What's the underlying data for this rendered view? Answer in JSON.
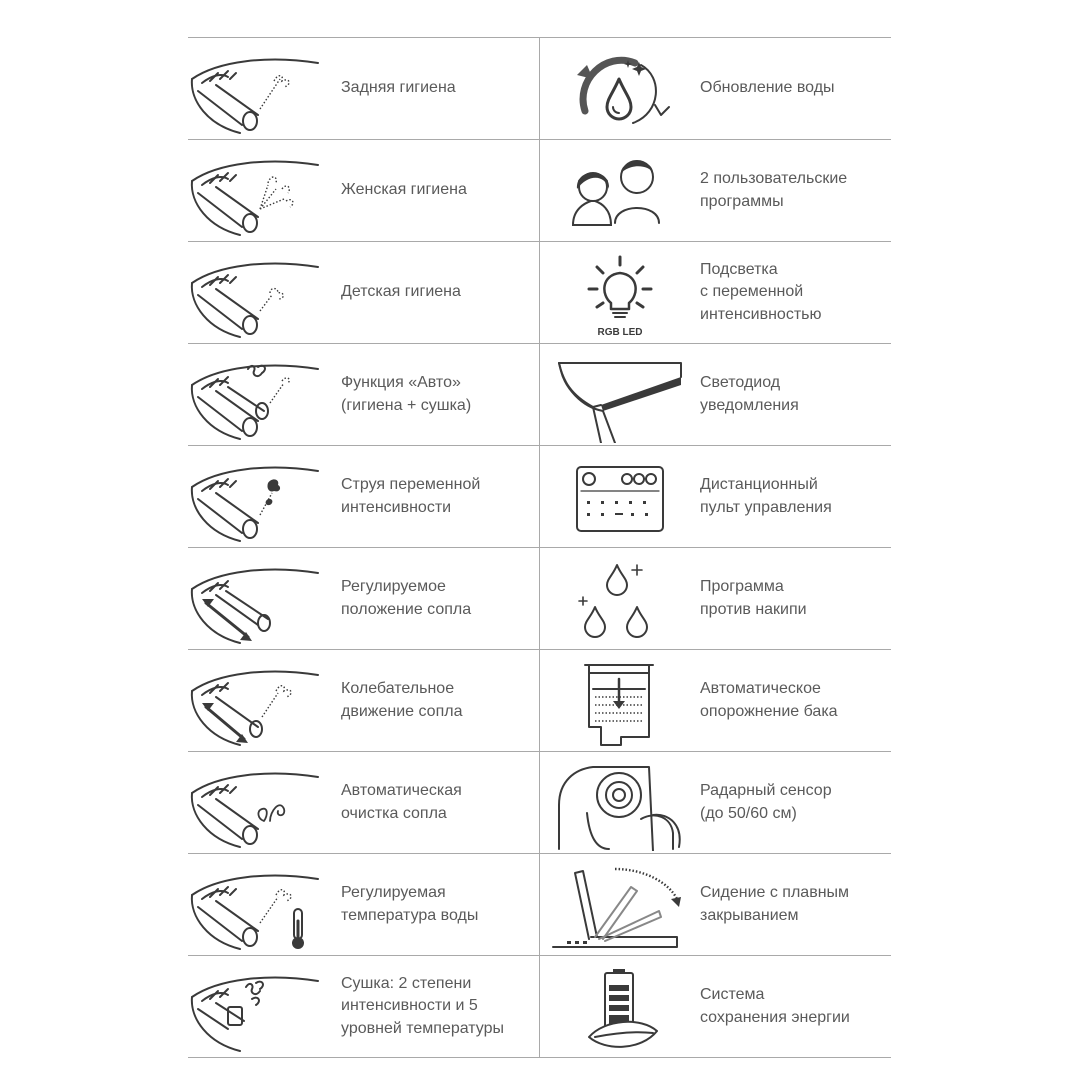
{
  "colors": {
    "text": "#5a5a5a",
    "icon": "#3a3a3a",
    "divider": "#a9a9a9",
    "background": "#ffffff"
  },
  "features": [
    {
      "left": {
        "icon": "nozzle-rear-hygiene-icon",
        "label": "Задняя гигиена"
      },
      "right": {
        "icon": "water-refresh-icon",
        "label": "Обновление воды"
      }
    },
    {
      "left": {
        "icon": "nozzle-female-hygiene-icon",
        "label": "Женская гигиена"
      },
      "right": {
        "icon": "two-users-icon",
        "label": "2 пользовательские\nпрограммы"
      }
    },
    {
      "left": {
        "icon": "nozzle-child-hygiene-icon",
        "label": "Детская гигиена"
      },
      "right": {
        "icon": "rgb-led-bulb-icon",
        "label": "Подсветка\nс переменной\nинтенсивностью",
        "icon_text": "RGB LED"
      }
    },
    {
      "left": {
        "icon": "nozzle-auto-icon",
        "label": "Функция «Авто»\n(гигиена + сушка)"
      },
      "right": {
        "icon": "notification-led-icon",
        "label": "Светодиод\nуведомления"
      }
    },
    {
      "left": {
        "icon": "nozzle-variable-jet-icon",
        "label": "Струя переменной\nинтенсивности"
      },
      "right": {
        "icon": "remote-control-icon",
        "label": "Дистанционный\nпульт управления"
      }
    },
    {
      "left": {
        "icon": "nozzle-position-icon",
        "label": "Регулируемое\nположение сопла"
      },
      "right": {
        "icon": "anti-scale-drops-icon",
        "label": "Программа\nпротив накипи"
      }
    },
    {
      "left": {
        "icon": "nozzle-oscillation-icon",
        "label": "Колебательное\nдвижение сопла"
      },
      "right": {
        "icon": "tank-drain-icon",
        "label": "Автоматическое\nопорожнение бака"
      }
    },
    {
      "left": {
        "icon": "nozzle-self-clean-icon",
        "label": "Автоматическая\nочистка сопла"
      },
      "right": {
        "icon": "radar-sensor-icon",
        "label": "Радарный сенсор\n(до 50/60 см)"
      }
    },
    {
      "left": {
        "icon": "nozzle-thermometer-icon",
        "label": "Регулируемая\nтемпература воды"
      },
      "right": {
        "icon": "soft-close-seat-icon",
        "label": "Сидение с плавным\nзакрыванием"
      }
    },
    {
      "left": {
        "icon": "nozzle-dryer-icon",
        "label": "Сушка: 2 степени\nинтенсивности и 5\nуровней температуры"
      },
      "right": {
        "icon": "energy-saving-battery-icon",
        "label": "Система\nсохранения энергии"
      }
    }
  ]
}
